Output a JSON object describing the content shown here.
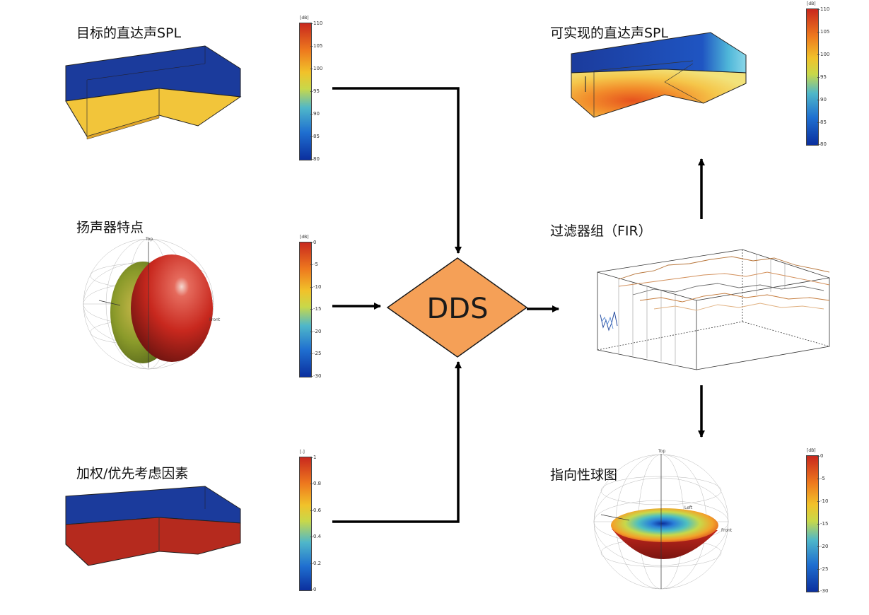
{
  "titles": {
    "target_spl": "目标的直达声SPL",
    "speaker": "扬声器特点",
    "weighting": "加权/优先考虑因素",
    "achievable_spl": "可实现的直达声SPL",
    "filter": "过滤器组（FIR）",
    "directivity": "指向性球图"
  },
  "dds_label": "DDS",
  "colorbars": {
    "target": {
      "unit": "[dB]",
      "ticks": [
        "110",
        "105",
        "100",
        "95",
        "90",
        "85",
        "80"
      ]
    },
    "speaker": {
      "unit": "[dB]",
      "ticks": [
        "0",
        "-5",
        "-10",
        "-15",
        "-20",
        "-25",
        "-30"
      ]
    },
    "weight": {
      "unit": "[-]",
      "ticks": [
        "1",
        "0.8",
        "0.6",
        "0.4",
        "0.2",
        "0"
      ]
    },
    "achievable": {
      "unit": "[dB]",
      "ticks": [
        "110",
        "105",
        "100",
        "95",
        "90",
        "85",
        "80"
      ]
    },
    "directivity": {
      "unit": "[dB]",
      "ticks": [
        "0",
        "-5",
        "-10",
        "-15",
        "-20",
        "-25",
        "-30"
      ]
    }
  },
  "sphere_labels": {
    "speaker_top": "Top",
    "speaker_front": "Front",
    "dir_top": "Top",
    "dir_left": "Left",
    "dir_front": "Front"
  },
  "colors": {
    "dds_fill": "#F5A057",
    "hall_top_blue": "#1B3B9C",
    "hall_floor_yellow": "#F2C53A",
    "weight_red": "#B52A1E",
    "arrow": "#000000"
  }
}
